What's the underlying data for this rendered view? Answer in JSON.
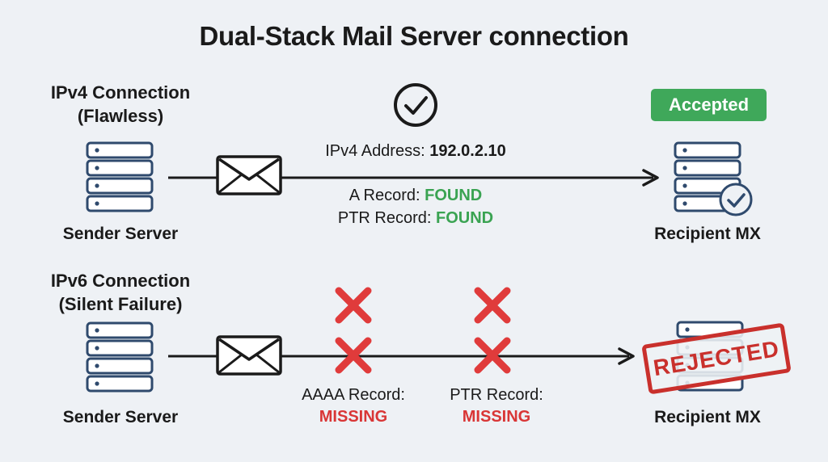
{
  "title": "Dual-Stack Mail Server connection",
  "ipv4": {
    "heading_line1": "IPv4 Connection",
    "heading_line2": "(Flawless)",
    "sender_label": "Sender Server",
    "address_label": "IPv4 Address: ",
    "address_value": "192.0.2.10",
    "a_record_label": "A Record: ",
    "a_record_status": "FOUND",
    "ptr_record_label": "PTR Record: ",
    "ptr_record_status": "FOUND",
    "badge": "Accepted",
    "recipient_label": "Recipient MX"
  },
  "ipv6": {
    "heading_line1": "IPv6 Connection",
    "heading_line2": "(Silent Failure)",
    "sender_label": "Sender Server",
    "aaaa_record_label": "AAAA Record:",
    "aaaa_record_status": "MISSING",
    "ptr_record_label": "PTR Record:",
    "ptr_record_status": "MISSING",
    "stamp": "REJECTED",
    "recipient_label": "Recipient MX"
  },
  "colors": {
    "background": "#eef1f5",
    "server_stroke": "#2f4a6d",
    "success": "#3aa352",
    "failure": "#d93636"
  },
  "icons": [
    "check-circle-icon",
    "envelope-icon",
    "server-icon",
    "x-mark-icon"
  ]
}
